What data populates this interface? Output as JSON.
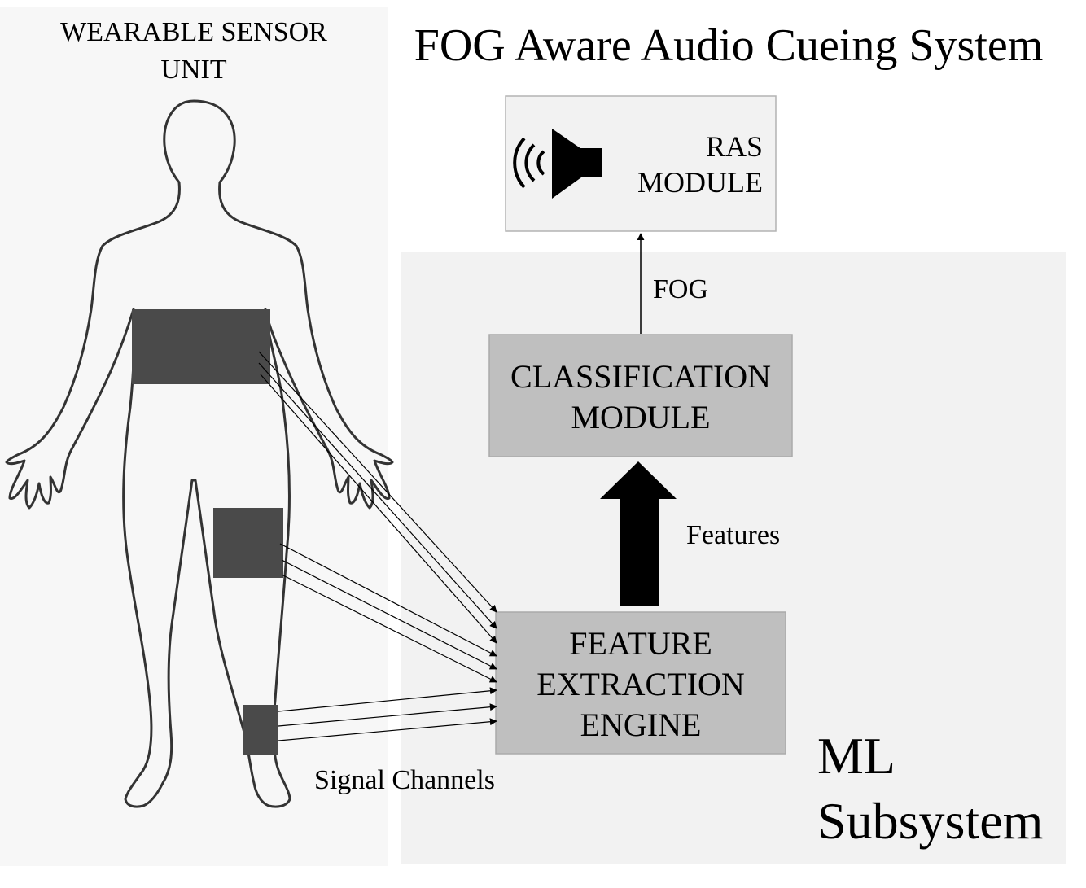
{
  "title": "FOG Aware Audio Cueing System",
  "sensor_panel": {
    "label_line1": "WEARABLE SENSOR",
    "label_line2": "UNIT"
  },
  "ras_module": {
    "line1": "RAS",
    "line2": "MODULE",
    "icon": "speaker-icon"
  },
  "classification_module": {
    "line1": "CLASSIFICATION",
    "line2": "MODULE"
  },
  "feature_engine": {
    "line1": "FEATURE",
    "line2": "EXTRACTION",
    "line3": "ENGINE"
  },
  "ml_subsystem": {
    "line1": "ML",
    "line2": "Subsystem"
  },
  "edge_labels": {
    "fog": "FOG",
    "features": "Features",
    "signal_channels": "Signal Channels"
  },
  "colors": {
    "panel_bg": "#f7f7f7",
    "ml_bg": "#f2f2f2",
    "module_fill": "#bfbfbf",
    "ras_fill": "#f2f2f2",
    "sensor_band": "#4a4a4a",
    "body_outline": "#333333",
    "arrow": "#000000"
  }
}
